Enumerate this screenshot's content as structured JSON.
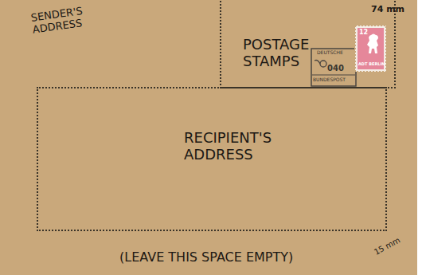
{
  "diagram": {
    "nodes": [
      {
        "text": [
          "POSTAGE STAMPS"
        ]
      },
      {
        "text": [
          "RECIPIENT'S ADDRESS"
        ]
      }
    ],
    "labels": [
      "SENDER'S ADDRESS",
      "74 mm",
      "DEUTSCHE",
      "040",
      "BUNDESPOST",
      "12",
      "ADT BERLIN",
      "(LEAVE THIS SPACE EMPTY)",
      "15 mm"
    ]
  }
}
